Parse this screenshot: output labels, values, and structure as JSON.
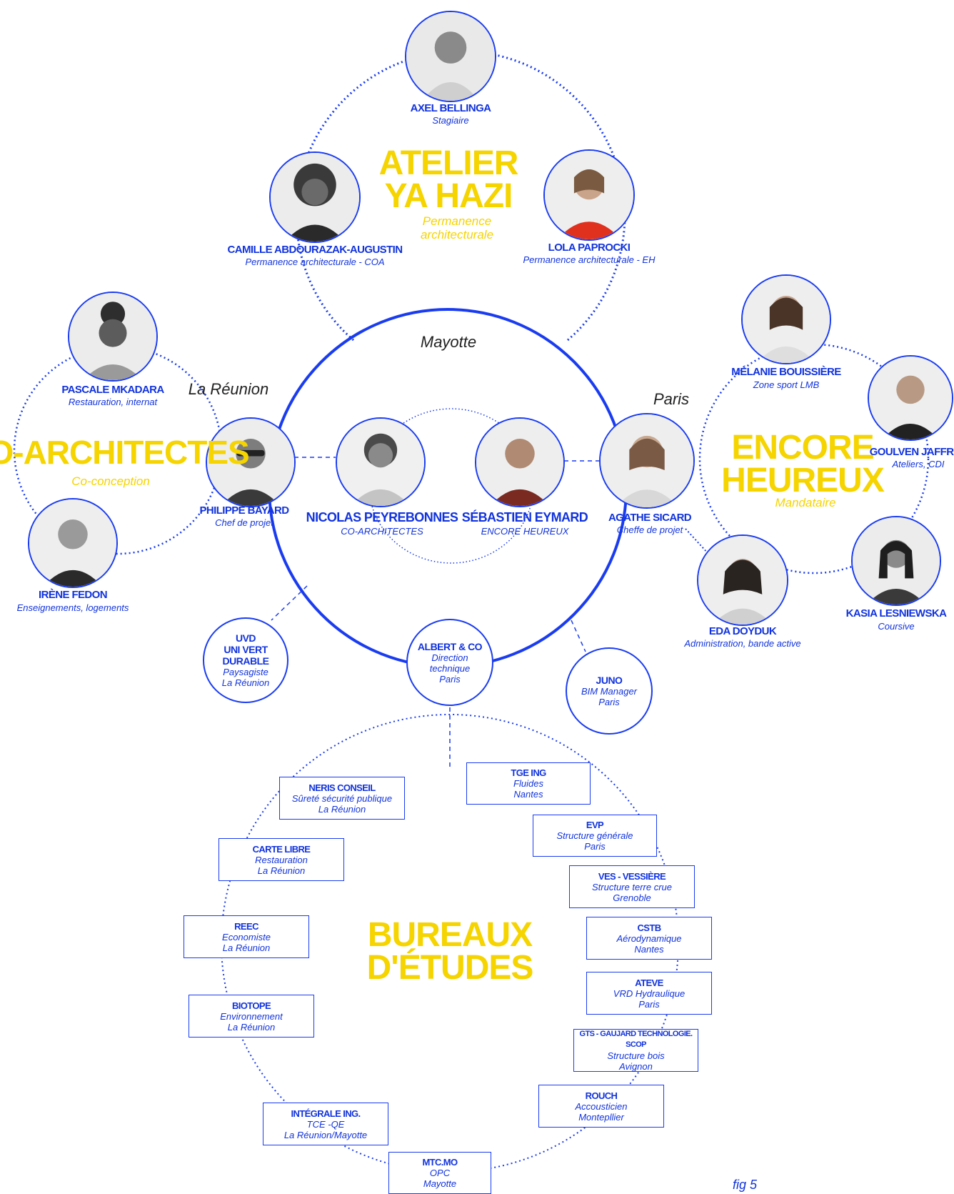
{
  "groups": {
    "atelier": {
      "title_1": "ATELIER",
      "title_2": "YA HAZI",
      "subtitle_1": "Permanence",
      "subtitle_2": "architecturale"
    },
    "coarch": {
      "title": "CO-ARCHITECTES",
      "subtitle": "Co-conception"
    },
    "encore": {
      "title_1": "ENCORE",
      "title_2": "HEUREUX",
      "subtitle": "Mandataire"
    },
    "bureaux": {
      "title_1": "BUREAUX",
      "title_2": "D'ÉTUDES"
    }
  },
  "places": {
    "mayotte": "Mayotte",
    "reunion": "La Réunion",
    "paris": "Paris"
  },
  "people": {
    "axel": {
      "name": "AXEL BELLINGA",
      "role": "Stagiaire"
    },
    "camille": {
      "name": "CAMILLE ABDOURAZAK-AUGUSTIN",
      "role": "Permanence architecturale  - COA"
    },
    "lola": {
      "name": "LOLA PAPROCKI",
      "role": "Permanence architecturale - EH"
    },
    "pascale": {
      "name": "PASCALE MKADARA",
      "role": "Restauration, internat"
    },
    "philippe": {
      "name": "PHILIPPE BAYARD",
      "role": "Chef de projet"
    },
    "irene": {
      "name": "IRÈNE FEDON",
      "role": "Enseignements, logements"
    },
    "nicolas": {
      "name": "NICOLAS PEYREBONNES",
      "role": "CO-ARCHITECTES"
    },
    "sebastien": {
      "name": "SÉBASTIEN EYMARD",
      "role": "ENCORE HEUREUX"
    },
    "agathe": {
      "name": "AGATHE SICARD",
      "role": "Cheffe de projet"
    },
    "melanie": {
      "name": "MÉLANIE BOUISSIÈRE",
      "role": "Zone sport LMB"
    },
    "goulven": {
      "name": "GOULVEN JAFFRÈS",
      "role": "Ateliers, CDI"
    },
    "kasia": {
      "name": "KASIA LESNIEWSKA",
      "role": "Coursive"
    },
    "eda": {
      "name": "EDA DOYDUK",
      "role": "Administration, bande active"
    }
  },
  "bubbles": {
    "uvd": {
      "name_1": "UVD",
      "name_2": "UNI VERT DURABLE",
      "desc_1": "Paysagiste",
      "desc_2": "La Réunion"
    },
    "albert": {
      "name": "ALBERT & CO",
      "desc_1": "Direction",
      "desc_2": "technique",
      "desc_3": "Paris"
    },
    "juno": {
      "name": "JUNO",
      "desc_1": "BIM Manager",
      "desc_2": "Paris"
    }
  },
  "bureaux": {
    "neris": {
      "name": "NERIS CONSEIL",
      "desc_1": "Sûreté sécurité publique",
      "desc_2": "La Réunion"
    },
    "carte": {
      "name": "CARTE LIBRE",
      "desc_1": "Restauration",
      "desc_2": "La Réunion"
    },
    "reec": {
      "name": "REEC",
      "desc_1": "Economiste",
      "desc_2": "La Réunion"
    },
    "biotope": {
      "name": "BIOTOPE",
      "desc_1": "Environnement",
      "desc_2": "La Réunion"
    },
    "integrale": {
      "name": "INTÉGRALE ING.",
      "desc_1": "TCE -QE",
      "desc_2": "La Réunion/Mayotte"
    },
    "mtc": {
      "name": "MTC.MO",
      "desc_1": "OPC",
      "desc_2": "Mayotte"
    },
    "tge": {
      "name": "TGE ING",
      "desc_1": "Fluides",
      "desc_2": "Nantes"
    },
    "evp": {
      "name": "EVP",
      "desc_1": "Structure générale",
      "desc_2": "Paris"
    },
    "ves": {
      "name": "VES - VESSIÈRE",
      "desc_1": "Structure terre crue",
      "desc_2": "Grenoble"
    },
    "cstb": {
      "name": "CSTB",
      "desc_1": "Aérodynamique",
      "desc_2": "Nantes"
    },
    "ateve": {
      "name": "ATEVE",
      "desc_1": "VRD Hydraulique",
      "desc_2": "Paris"
    },
    "gts": {
      "name": "GTS - GAUJARD TECHNOLOGIE. SCOP",
      "desc_1": "Structure bois",
      "desc_2": "Avignon"
    },
    "rouch": {
      "name": "ROUCH",
      "desc_1": "Accousticien",
      "desc_2": "Montepllier"
    }
  },
  "figure_label": "fig 5",
  "colors": {
    "blue": "#1a3cf0",
    "yellow": "#f5d400"
  }
}
